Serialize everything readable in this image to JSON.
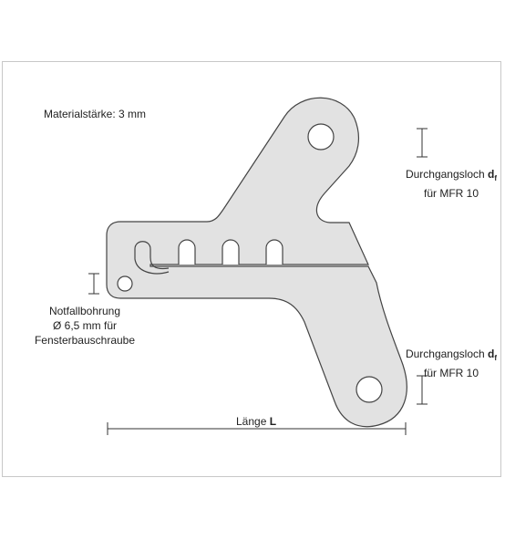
{
  "labels": {
    "material": "Materialstärke: 3 mm",
    "hole_top_line1_prefix": "Durchgangsloch ",
    "hole_top_d": "d",
    "hole_top_sub": "f",
    "hole_top_line2": "für MFR 10",
    "hole_bottom_line1_prefix": "Durchgangsloch ",
    "hole_bottom_d": "d",
    "hole_bottom_sub": "f",
    "hole_bottom_line2": "für MFR 10",
    "emergency_line1": "Notfallbohrung",
    "emergency_line2": "Ø 6,5 mm für",
    "emergency_line3": "Fensterbauschraube",
    "length_prefix": "Länge ",
    "length_symbol": "L"
  },
  "colors": {
    "part_fill": "#e2e2e2",
    "part_stroke": "#444444",
    "dimension_line": "#333333",
    "frame_border": "#c8c8c8"
  }
}
